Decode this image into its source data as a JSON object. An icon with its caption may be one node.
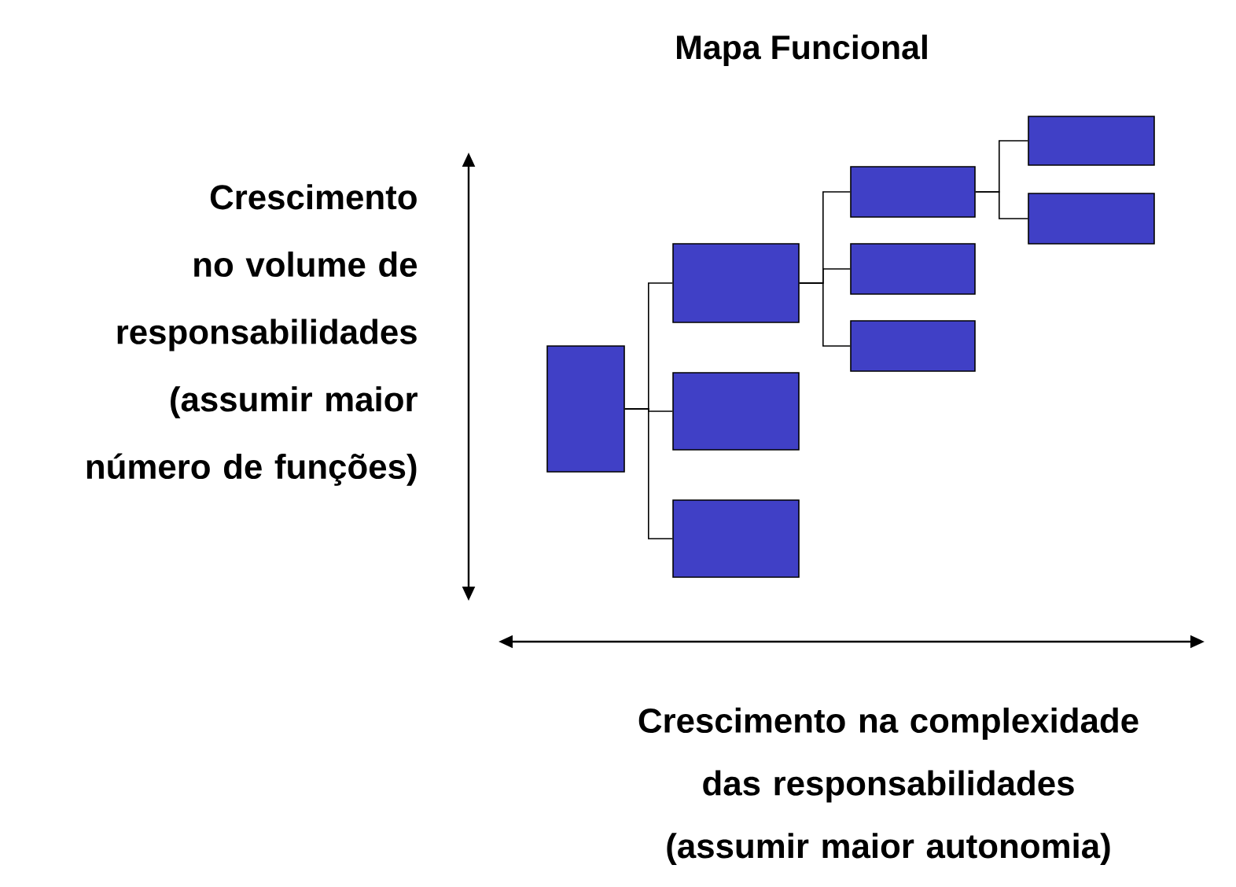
{
  "diagram": {
    "title": "Mapa Funcional",
    "nodes": [
      {
        "text": [],
        "shape": "box"
      },
      {
        "text": [],
        "shape": "box"
      },
      {
        "text": [],
        "shape": "box"
      },
      {
        "text": [],
        "shape": "box"
      },
      {
        "text": [],
        "shape": "box"
      },
      {
        "text": [],
        "shape": "box"
      },
      {
        "text": [],
        "shape": "box"
      },
      {
        "text": [],
        "shape": "box"
      },
      {
        "text": [],
        "shape": "box"
      }
    ],
    "edges": [
      {
        "from": 0,
        "to": 1,
        "arrow": "none"
      },
      {
        "from": 0,
        "to": 2,
        "arrow": "none"
      },
      {
        "from": 0,
        "to": 3,
        "arrow": "none"
      },
      {
        "from": 1,
        "to": 4,
        "arrow": "none"
      },
      {
        "from": 1,
        "to": 5,
        "arrow": "none"
      },
      {
        "from": 1,
        "to": 6,
        "arrow": "none"
      },
      {
        "from": 4,
        "to": 7,
        "arrow": "none"
      },
      {
        "from": 4,
        "to": 8,
        "arrow": "none"
      }
    ],
    "labels": [
      "Crescimento no volume de responsabilidades (assumir maior número de funções)",
      "Crescimento na complexidade das responsabilidades (assumir maior autonomia)"
    ]
  }
}
